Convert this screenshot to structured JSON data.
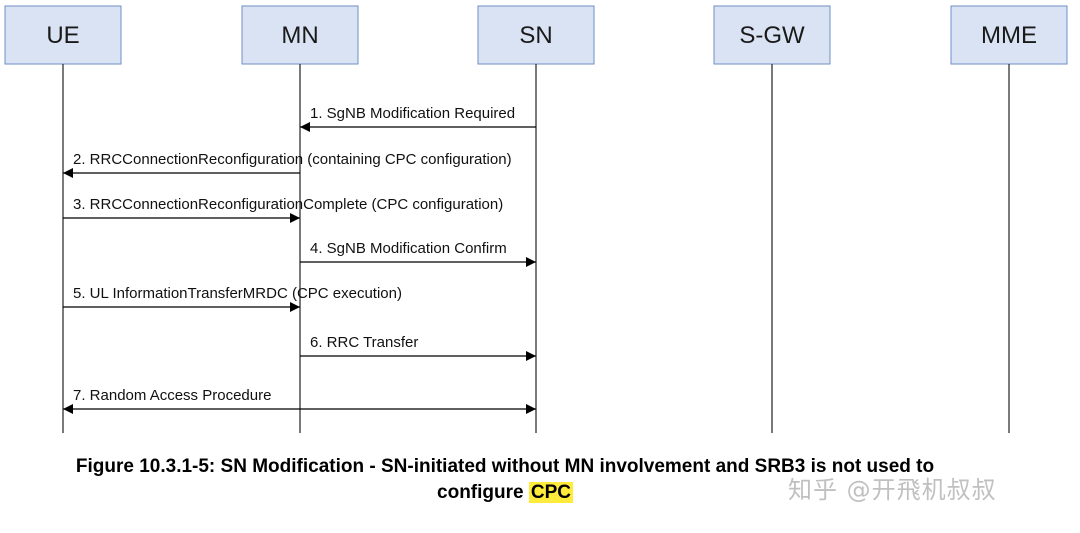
{
  "entities": [
    {
      "id": "ue",
      "label": "UE"
    },
    {
      "id": "mn",
      "label": "MN"
    },
    {
      "id": "sn",
      "label": "SN"
    },
    {
      "id": "sgw",
      "label": "S-GW"
    },
    {
      "id": "mme",
      "label": "MME"
    }
  ],
  "messages": [
    {
      "label": "1. SgNB Modification Required",
      "from": "sn",
      "to": "mn"
    },
    {
      "label": "2. RRCConnectionReconfiguration (containing CPC configuration)",
      "from": "mn",
      "to": "ue"
    },
    {
      "label": "3. RRCConnectionReconfigurationComplete (CPC configuration)",
      "from": "ue",
      "to": "mn"
    },
    {
      "label": "4. SgNB Modification Confirm",
      "from": "mn",
      "to": "sn"
    },
    {
      "label": "5. UL InformationTransferMRDC (CPC execution)",
      "from": "ue",
      "to": "mn"
    },
    {
      "label": "6. RRC Transfer",
      "from": "mn",
      "to": "sn"
    },
    {
      "label": "7. Random Access Procedure",
      "from": "ue",
      "to": "sn",
      "bidirectional": true
    }
  ],
  "caption": {
    "line1": "Figure 10.3.1-5: SN Modification - SN-initiated without MN involvement and SRB3 is not used to",
    "line2_prefix": "configure ",
    "line2_highlight": "CPC"
  },
  "watermark": "知乎 @开飛机叔叔",
  "colors": {
    "box_fill": "#dae3f3",
    "box_stroke": "#6f8fc5",
    "highlight": "#ffeb3b"
  }
}
